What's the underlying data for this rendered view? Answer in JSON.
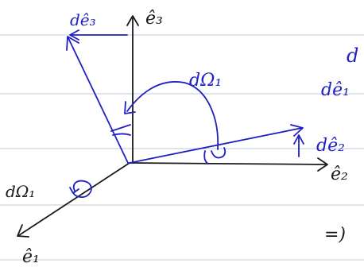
{
  "labels": {
    "e1": "ê₁",
    "e2": "ê₂",
    "e3": "ê₃",
    "de2": "dê₂",
    "de3": "dê₃",
    "dOmega_left": "dΩ₁",
    "dOmega_top": "dΩ₁",
    "side_top": "d",
    "side_mid": "dê₁",
    "side_bottom": "=)"
  },
  "colors": {
    "ruling": "#b9ccdc",
    "ink_black": "#1a1a1a",
    "ink_blue": "#1f1fc4"
  }
}
